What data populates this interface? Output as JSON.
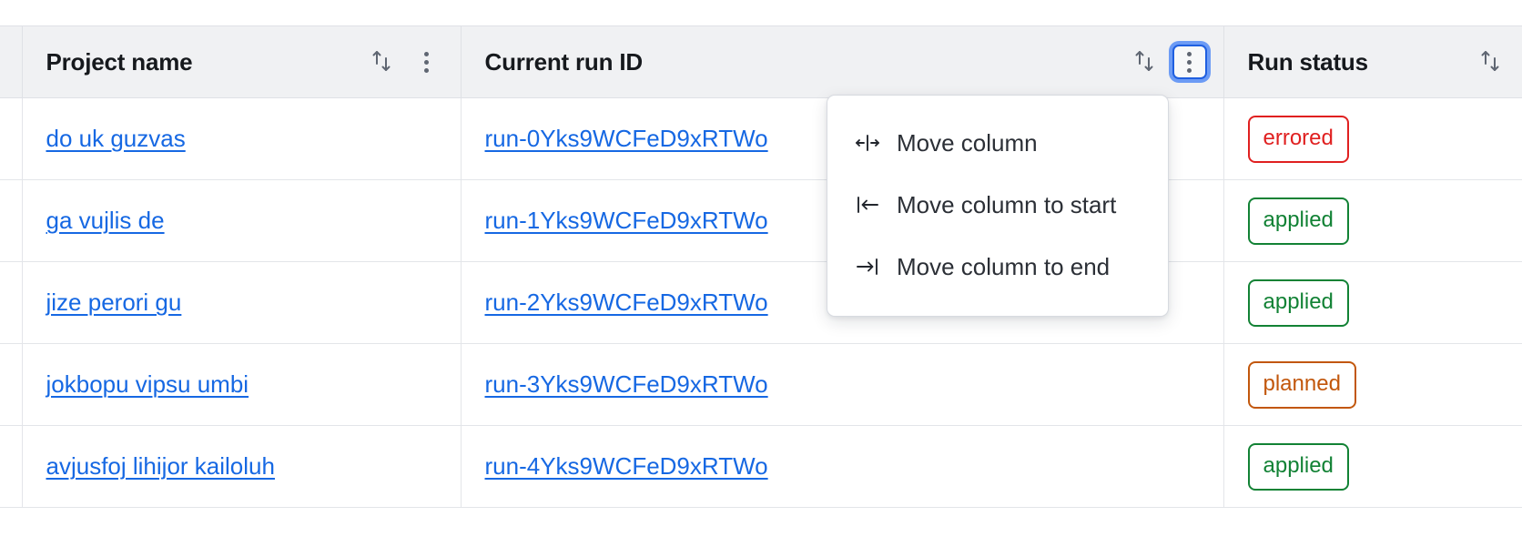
{
  "table": {
    "columns": [
      {
        "key": "select",
        "label": "",
        "sortable": false,
        "menu": false
      },
      {
        "key": "project",
        "label": "Project name",
        "sortable": true,
        "menu": true,
        "sort_icon": "sort-updown-icon",
        "menu_icon": "kebab-menu-icon",
        "menu_open": false
      },
      {
        "key": "runid",
        "label": "Current run ID",
        "sortable": true,
        "menu": true,
        "sort_icon": "sort-updown-icon",
        "menu_icon": "kebab-menu-icon",
        "menu_open": true
      },
      {
        "key": "status",
        "label": "Run status",
        "sortable": true,
        "menu": false,
        "sort_icon": "sort-updown-icon"
      }
    ],
    "rows": [
      {
        "project": "do uk guzvas",
        "run_id": "run-0Yks9WCFeD9xRTWo",
        "status": "errored"
      },
      {
        "project": "ga vujlis de",
        "run_id": "run-1Yks9WCFeD9xRTWo",
        "status": "applied"
      },
      {
        "project": "jize perori gu",
        "run_id": "run-2Yks9WCFeD9xRTWo",
        "status": "applied"
      },
      {
        "project": "jokbopu vipsu umbi",
        "run_id": "run-3Yks9WCFeD9xRTWo",
        "status": "planned"
      },
      {
        "project": "avjusfoj lihijor kailoluh",
        "run_id": "run-4Yks9WCFeD9xRTWo",
        "status": "applied"
      }
    ],
    "status_colors": {
      "errored": "#e02020",
      "applied": "#128235",
      "planned": "#c2570c"
    },
    "link_color": "#1668e3",
    "header_background": "#f0f1f3"
  },
  "column_menu": {
    "open_for_column": "Current run ID",
    "items": [
      {
        "label": "Move column",
        "icon": "move-column-horizontal-icon"
      },
      {
        "label": "Move column to start",
        "icon": "move-column-to-start-icon"
      },
      {
        "label": "Move column to end",
        "icon": "move-column-to-end-icon"
      }
    ]
  },
  "focus": {
    "focused_element": "kebab-menu-button-current-run-id",
    "focus_ring_color": "#6c9bf5",
    "focus_border_color": "#1f5fe0"
  }
}
